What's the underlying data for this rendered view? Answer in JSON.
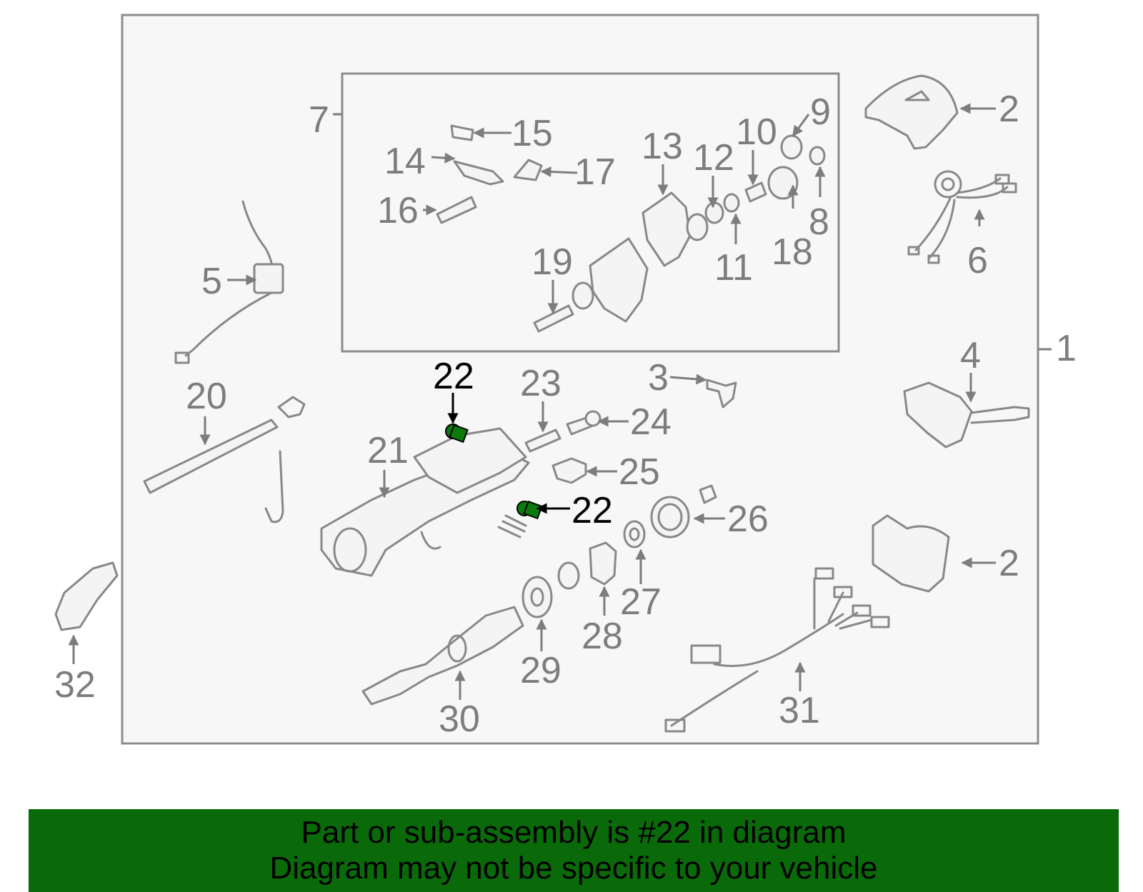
{
  "diagram": {
    "highlight_color": "#0d7a0d",
    "labels": {
      "l1": "1",
      "l2a": "2",
      "l2b": "2",
      "l3": "3",
      "l4": "4",
      "l5": "5",
      "l6": "6",
      "l7": "7",
      "l8": "8",
      "l9": "9",
      "l10": "10",
      "l11": "11",
      "l12": "12",
      "l13": "13",
      "l14": "14",
      "l15": "15",
      "l16": "16",
      "l17": "17",
      "l18": "18",
      "l19": "19",
      "l20": "20",
      "l21": "21",
      "l22a": "22",
      "l22b": "22",
      "l23": "23",
      "l24": "24",
      "l25": "25",
      "l26": "26",
      "l27": "27",
      "l28": "28",
      "l29": "29",
      "l30": "30",
      "l31": "31",
      "l32": "32"
    }
  },
  "banner": {
    "line1": "Part or sub-assembly is #22 in diagram",
    "line2": "Diagram may not be specific to your vehicle",
    "background": "#0a6a0a"
  }
}
